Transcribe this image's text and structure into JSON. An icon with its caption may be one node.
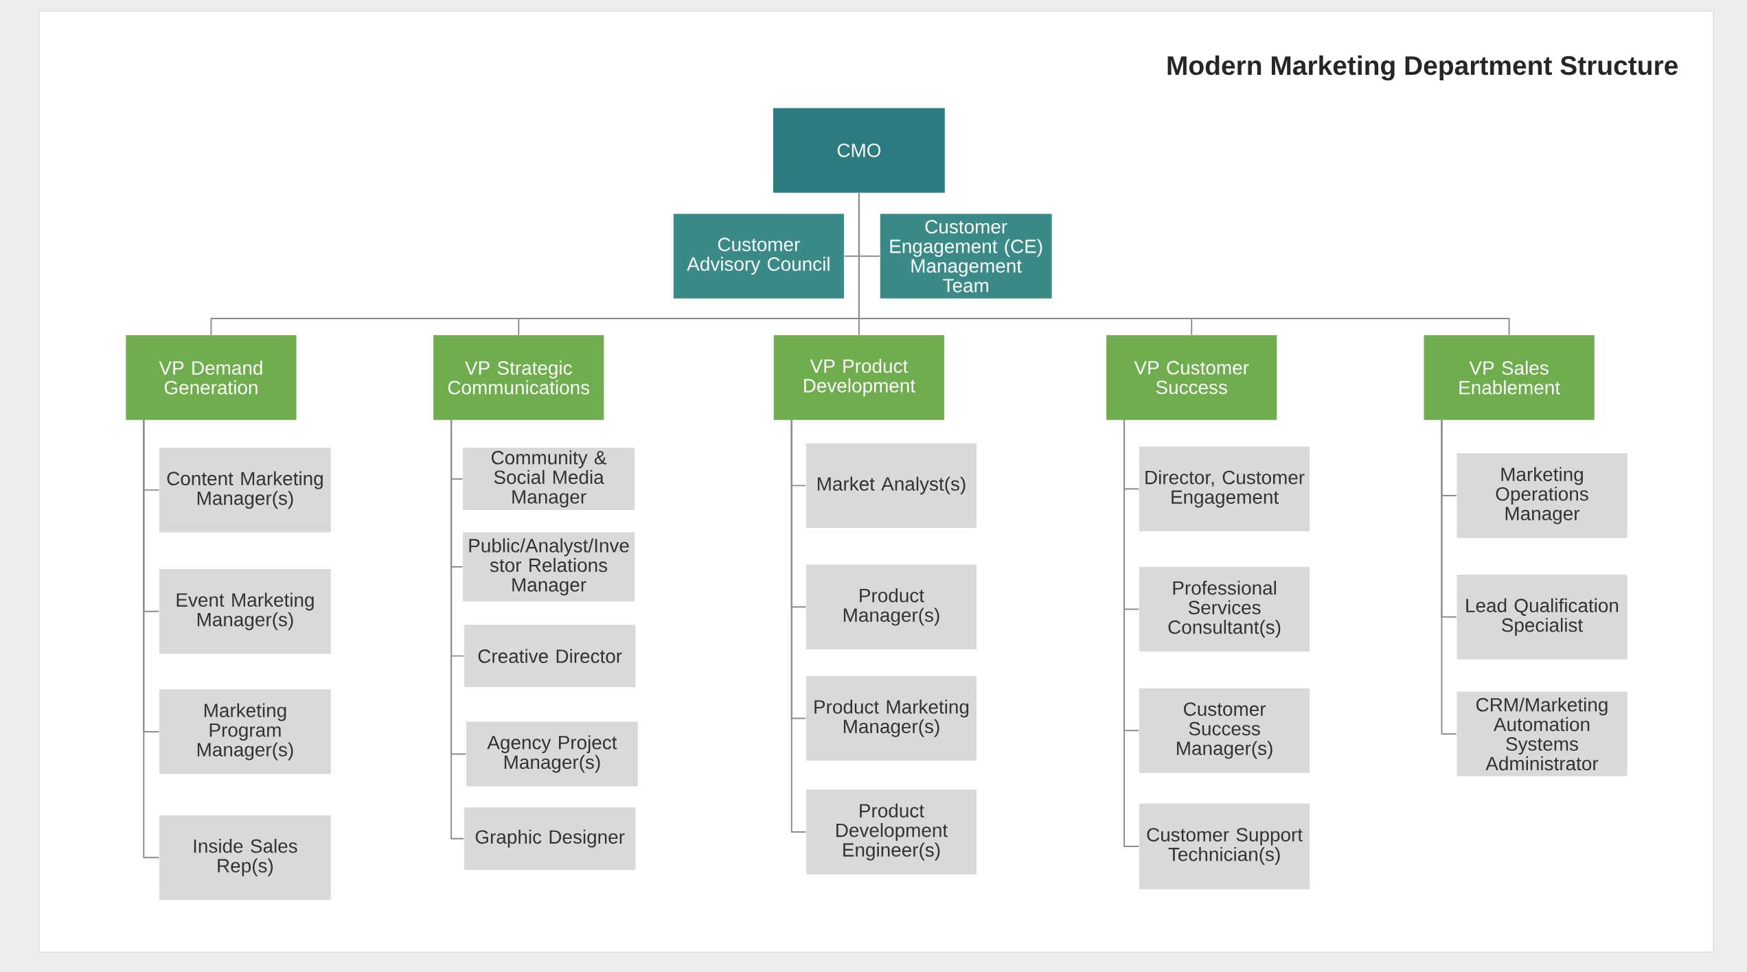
{
  "diagram": {
    "title": "Modern Marketing Department Structure",
    "nodes": [
      {
        "text": [
          "CMO"
        ]
      },
      {
        "text": [
          "Customer Advisory Council"
        ]
      },
      {
        "text": [
          "Customer Engagement (CE) Management Team"
        ]
      },
      {
        "text": [
          "VP Demand Generation"
        ]
      },
      {
        "text": [
          "VP Strategic Communications"
        ]
      },
      {
        "text": [
          "VP Product Development"
        ]
      },
      {
        "text": [
          "VP Customer Success"
        ]
      },
      {
        "text": [
          "VP Sales Enablement"
        ]
      },
      {
        "text": [
          "Content Marketing Manager(s)"
        ]
      },
      {
        "text": [
          "Event Marketing Manager(s)"
        ]
      },
      {
        "text": [
          "Marketing Program Manager(s)"
        ]
      },
      {
        "text": [
          "Inside Sales Rep(s)"
        ]
      },
      {
        "text": [
          "Community & Social Media Manager"
        ]
      },
      {
        "text": [
          "Public/Analyst/Inve stor Relations Manager"
        ]
      },
      {
        "text": [
          "Creative Director"
        ]
      },
      {
        "text": [
          "Agency Project Manager(s)"
        ]
      },
      {
        "text": [
          "Graphic Designer"
        ]
      },
      {
        "text": [
          "Market Analyst(s)"
        ]
      },
      {
        "text": [
          "Product Manager(s)"
        ]
      },
      {
        "text": [
          "Product Marketing Manager(s)"
        ]
      },
      {
        "text": [
          "Product Development Engineer(s)"
        ]
      },
      {
        "text": [
          "Director, Customer Engagement"
        ]
      },
      {
        "text": [
          "Professional Services Consultant(s)"
        ]
      },
      {
        "text": [
          "Customer Success Manager(s)"
        ]
      },
      {
        "text": [
          "Customer Support Technician(s)"
        ]
      },
      {
        "text": [
          "Marketing Operations Manager"
        ]
      },
      {
        "text": [
          "Lead Qualification Specialist"
        ]
      },
      {
        "text": [
          "CRM/Marketing Automation Systems Administrator"
        ]
      }
    ],
    "edges": [
      {
        "from": 0,
        "to": 1,
        "arrow": "none"
      },
      {
        "from": 0,
        "to": 2,
        "arrow": "none"
      },
      {
        "from": 0,
        "to": 3,
        "arrow": "none"
      },
      {
        "from": 0,
        "to": 4,
        "arrow": "none"
      },
      {
        "from": 0,
        "to": 5,
        "arrow": "none"
      },
      {
        "from": 0,
        "to": 6,
        "arrow": "none"
      },
      {
        "from": 0,
        "to": 7,
        "arrow": "none"
      },
      {
        "from": 3,
        "to": 8,
        "arrow": "none"
      },
      {
        "from": 3,
        "to": 9,
        "arrow": "none"
      },
      {
        "from": 3,
        "to": 10,
        "arrow": "none"
      },
      {
        "from": 3,
        "to": 11,
        "arrow": "none"
      },
      {
        "from": 4,
        "to": 12,
        "arrow": "none"
      },
      {
        "from": 4,
        "to": 13,
        "arrow": "none"
      },
      {
        "from": 4,
        "to": 14,
        "arrow": "none"
      },
      {
        "from": 4,
        "to": 15,
        "arrow": "none"
      },
      {
        "from": 4,
        "to": 16,
        "arrow": "none"
      },
      {
        "from": 5,
        "to": 17,
        "arrow": "none"
      },
      {
        "from": 5,
        "to": 18,
        "arrow": "none"
      },
      {
        "from": 5,
        "to": 19,
        "arrow": "none"
      },
      {
        "from": 5,
        "to": 20,
        "arrow": "none"
      },
      {
        "from": 6,
        "to": 21,
        "arrow": "none"
      },
      {
        "from": 6,
        "to": 22,
        "arrow": "none"
      },
      {
        "from": 6,
        "to": 23,
        "arrow": "none"
      },
      {
        "from": 6,
        "to": 24,
        "arrow": "none"
      },
      {
        "from": 7,
        "to": 25,
        "arrow": "none"
      },
      {
        "from": 7,
        "to": 26,
        "arrow": "none"
      },
      {
        "from": 7,
        "to": 27,
        "arrow": "none"
      }
    ]
  }
}
